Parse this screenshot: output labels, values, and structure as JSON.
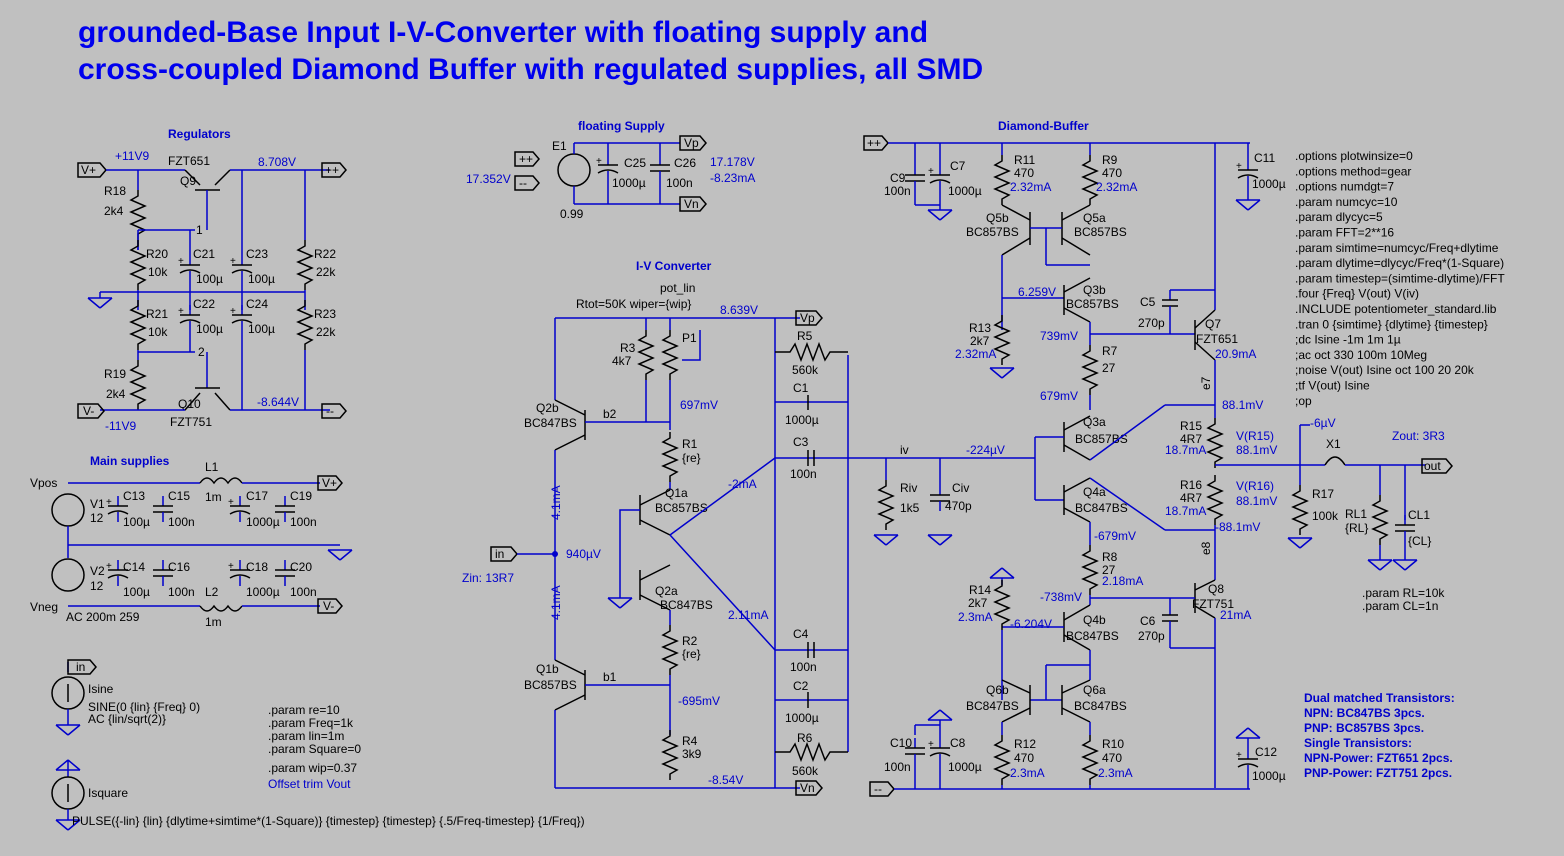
{
  "title": {
    "line1": "grounded-Base Input I-V-Converter with floating supply and",
    "line2": "cross-coupled Diamond Buffer with regulated supplies, all SMD"
  },
  "sections": {
    "regulators": "Regulators",
    "main_supplies": "Main supplies",
    "floating_supply": "floating Supply",
    "iv_converter": "I-V Converter",
    "diamond_buffer": "Diamond-Buffer"
  },
  "regulators": {
    "vplus_flag": "V+",
    "vminus_flag": "V-",
    "plusplus_flag": "++",
    "minusminus_flag": "--",
    "v_11v9": "+11V9",
    "v_neg11v9": "-11V9",
    "v_8708": "8.708V",
    "v_neg8644": "-8.644V",
    "q9": "Q9",
    "q9_part": "FZT651",
    "q10": "Q10",
    "q10_part": "FZT751",
    "r18": "R18",
    "r18_val": "2k4",
    "r19": "R19",
    "r19_val": "2k4",
    "r20": "R20",
    "r20_val": "10k",
    "r21": "R21",
    "r21_val": "10k",
    "r22": "R22",
    "r22_val": "22k",
    "r23": "R23",
    "r23_val": "22k",
    "c21": "C21",
    "c21_val": "100µ",
    "c22": "C22",
    "c22_val": "100µ",
    "c23": "C23",
    "c23_val": "100µ",
    "c24": "C24",
    "c24_val": "100µ",
    "node1": "1",
    "node2": "2"
  },
  "main_supplies": {
    "vpos": "Vpos",
    "vneg": "Vneg",
    "v1": "V1",
    "v1_val": "12",
    "v2": "V2",
    "v2_val": "12",
    "v2_ac": "AC 200m 259",
    "l1": "L1",
    "l1_val": "1m",
    "l2": "L2",
    "l2_val": "1m",
    "c13": "C13",
    "c13_val": "100µ",
    "c14": "C14",
    "c14_val": "100µ",
    "c15": "C15",
    "c15_val": "100n",
    "c16": "C16",
    "c16_val": "100n",
    "c17": "C17",
    "c17_val": "1000µ",
    "c18": "C18",
    "c18_val": "1000µ",
    "c19": "C19",
    "c19_val": "100n",
    "c20": "C20",
    "c20_val": "100n",
    "vplus_flag": "V+",
    "vminus_flag": "V-"
  },
  "floating": {
    "e1": "E1",
    "e1_gain": "0.99",
    "v_17352": "17.352V",
    "v_17178": "17.178V",
    "i_823": "-8.23mA",
    "c25": "C25",
    "c25_val": "1000µ",
    "c26": "C26",
    "c26_val": "100n",
    "vp": "Vp",
    "vn": "Vn",
    "plusplus": "++",
    "minusminus": "--"
  },
  "sources": {
    "in_flag": "in",
    "isine": "Isine",
    "isine_val": "SINE(0 {lin} {Freq} 0)",
    "isine_ac": "AC {lin/sqrt(2)}",
    "isquare": "Isquare",
    "pulse": "PULSE({-lin} {lin} {dlytime+simtime*(1-Square)} {timestep} {timestep} {.5/Freq-timestep} {1/Freq})",
    "params": [
      ".param re=10",
      ".param Freq=1k",
      ".param lin=1m",
      ".param Square=0"
    ],
    "wip": ".param wip=0.37",
    "offset_note": "Offset trim Vout"
  },
  "iv": {
    "pot_lin": "pot_lin",
    "rtot": "Rtot=50K wiper={wip}",
    "v_8639": "8.639V",
    "vp_flag": "Vp",
    "vn_flag": "Vn",
    "r3": "R3",
    "r3_val": "4k7",
    "p1": "P1",
    "r5": "R5",
    "r5_val": "560k",
    "c1": "C1",
    "c1_val": "1000µ",
    "c3": "C3",
    "c3_val": "100n",
    "q2b": "Q2b",
    "q2b_part": "BC847BS",
    "b2": "b2",
    "v_697": "697mV",
    "r1": "R1",
    "r1_val": "{re}",
    "q1a": "Q1a",
    "q1a_part": "BC857BS",
    "i_2ma": "-2mA",
    "iv_node": "iv",
    "v_224": "-224µV",
    "riv": "Riv",
    "riv_val": "1k5",
    "civ": "Civ",
    "civ_val": "470p",
    "i_41a": "4.1mA",
    "i_41b": "4.1mA",
    "in_flag": "in",
    "v_940": "940µV",
    "zin": "Zin: 13R7",
    "q2a": "Q2a",
    "q2a_part": "BC847BS",
    "i_211": "2.11mA",
    "r2": "R2",
    "r2_val": "{re}",
    "c4": "C4",
    "c4_val": "100n",
    "q1b": "Q1b",
    "q1b_part": "BC857BS",
    "b1": "b1",
    "v_695": "-695mV",
    "c2": "C2",
    "c2_val": "1000µ",
    "r4": "R4",
    "r4_val": "3k9",
    "r6": "R6",
    "r6_val": "560k",
    "v_854": "-8.54V"
  },
  "diamond": {
    "plusplus": "++",
    "minusminus": "--",
    "c9": "C9",
    "c9_val": "100n",
    "c7": "C7",
    "c7_val": "1000µ",
    "r11": "R11",
    "r11_val": "470",
    "r11_i": "2.32mA",
    "r9": "R9",
    "r9_val": "470",
    "r9_i": "2.32mA",
    "c11": "C11",
    "c11_val": "1000µ",
    "q5b": "Q5b",
    "q5b_part": "BC857BS",
    "q5a": "Q5a",
    "q5a_part": "BC857BS",
    "v_6259": "6.259V",
    "q3b": "Q3b",
    "q3b_part": "BC857BS",
    "c5": "C5",
    "c5_val": "270p",
    "q7": "Q7",
    "q7_part": "FZT651",
    "q7_i": "20.9mA",
    "r13": "R13",
    "r13_val": "2k7",
    "r13_i": "2.32mA",
    "v_739": "739mV",
    "r7": "R7",
    "r7_val": "27",
    "v_679": "679mV",
    "e7": "e7",
    "v_881": "88.1mV",
    "q3a": "Q3a",
    "q3a_part": "BC857BS",
    "r15": "R15",
    "r15_val": "4R7",
    "r15_i": "18.7mA",
    "vr15": "V(R15)",
    "vr15_val": "88.1mV",
    "q4a": "Q4a",
    "q4a_part": "BC847BS",
    "r16": "R16",
    "r16_val": "4R7",
    "r16_i": "18.7mA",
    "vr16": "V(R16)",
    "vr16_val": "88.1mV",
    "v_neg881": "-88.1mV",
    "v_neg679": "-679mV",
    "e8": "e8",
    "r8": "R8",
    "r8_val": "27",
    "r8_i": "2.18mA",
    "q8": "Q8",
    "q8_part": "FZT751",
    "q8_i": "21mA",
    "r14": "R14",
    "r14_val": "2k7",
    "r14_i": "2.3mA",
    "v_neg738": "-738mV",
    "v_neg6204": "-6.204V",
    "q4b": "Q4b",
    "q4b_part": "BC847BS",
    "c6": "C6",
    "c6_val": "270p",
    "q6b": "Q6b",
    "q6b_part": "BC847BS",
    "q6a": "Q6a",
    "q6a_part": "BC847BS",
    "c10": "C10",
    "c10_val": "100n",
    "c8": "C8",
    "c8_val": "1000µ",
    "r12": "R12",
    "r12_val": "470",
    "r12_i": "2.3mA",
    "r10": "R10",
    "r10_val": "470",
    "r10_i": "2.3mA",
    "c12": "C12",
    "c12_val": "1000µ"
  },
  "output": {
    "v_6u": "-6µV",
    "x1": "X1",
    "zout": "Zout: 3R3",
    "out_flag": "out",
    "r17": "R17",
    "r17_val": "100k",
    "rl1": "RL1",
    "rl1_val": "{RL}",
    "cl1": "CL1",
    "cl1_val": "{CL}",
    "params": [
      ".param RL=10k",
      ".param CL=1n"
    ]
  },
  "directives": [
    ".options plotwinsize=0",
    ".options method=gear",
    ".options numdgt=7",
    ".param numcyc=10",
    ".param dlycyc=5",
    ".param FFT=2**16",
    ".param simtime=numcyc/Freq+dlytime",
    ".param dlytime=dlycyc/Freq*(1-Square)",
    ".param timestep=(simtime-dlytime)/FFT",
    ".four {Freq} V(out) V(iv)",
    ".INCLUDE potentiometer_standard.lib",
    ".tran 0 {simtime} {dlytime} {timestep}",
    ";dc Isine -1m 1m 1µ",
    ";ac oct 330 100m 10Meg",
    ";noise V(out) Isine oct 100 20 20k",
    ";tf V(out) Isine",
    ";op"
  ],
  "transistor_notes": [
    "Dual matched Transistors:",
    "NPN: BC847BS  3pcs.",
    "PNP: BC857BS  3pcs.",
    "Single Transistors:",
    "NPN-Power:  FZT651 2pcs.",
    "PNP-Power:  FZT751 2pcs."
  ]
}
